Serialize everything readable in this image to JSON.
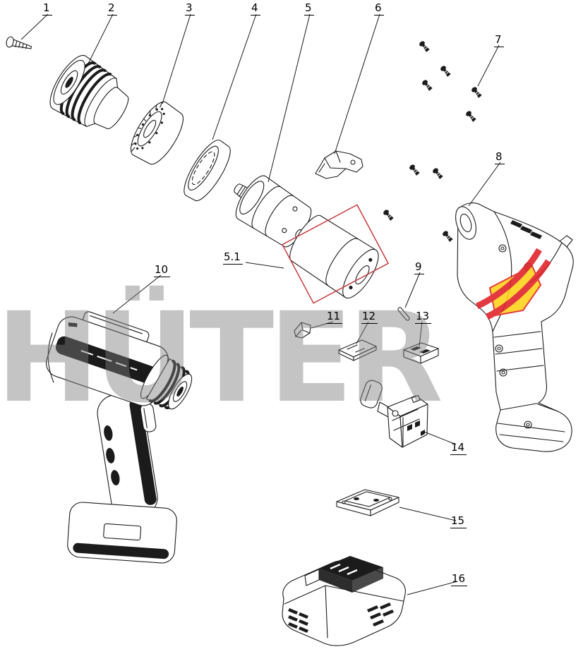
{
  "diagram": {
    "kind": "exploded-parts-diagram",
    "background": "#ffffff",
    "line_color": "#1b1b1b",
    "highlight_box_color": "#c63b3e",
    "watermark": {
      "text": "HÜTER",
      "color": "#9a9a9a",
      "logo_red": "#e01f26",
      "logo_yellow": "#ffd216"
    },
    "callouts": {
      "c1": "1",
      "c2": "2",
      "c3": "3",
      "c4": "4",
      "c5": "5",
      "c5_1": "5.1",
      "c6": "6",
      "c7": "7",
      "c8": "8",
      "c9": "9",
      "c10": "10",
      "c11": "11",
      "c12": "12",
      "c13": "13",
      "c14": "14",
      "c15": "15",
      "c16": "16"
    }
  }
}
